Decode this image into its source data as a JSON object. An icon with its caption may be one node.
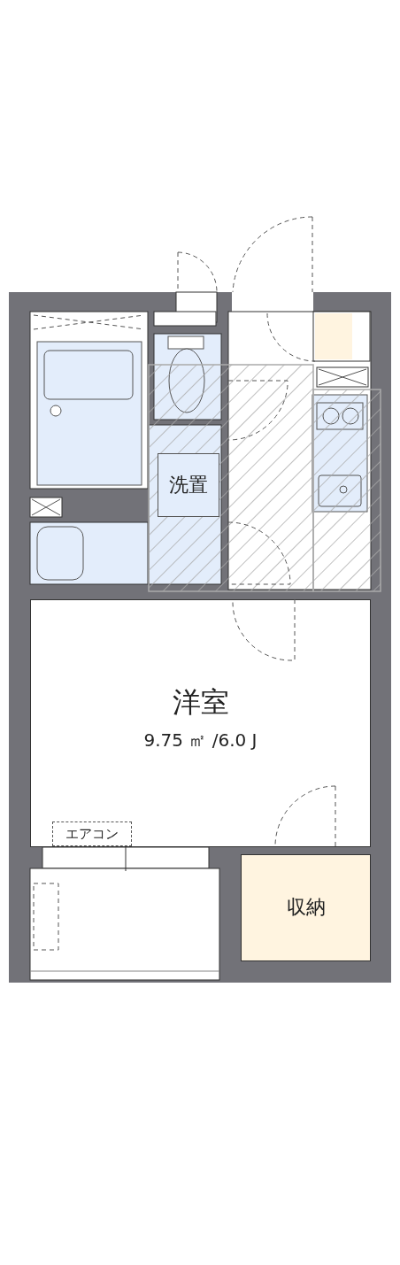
{
  "diagram": {
    "nodes": [
      {
        "text": [
          "洗置"
        ]
      },
      {
        "text": [
          "洋室",
          "9.75 ㎡ /6.0 J"
        ]
      },
      {
        "text": [
          "エアコン"
        ],
        "in": 1
      },
      {
        "text": [
          "収納"
        ]
      }
    ],
    "edges": []
  }
}
